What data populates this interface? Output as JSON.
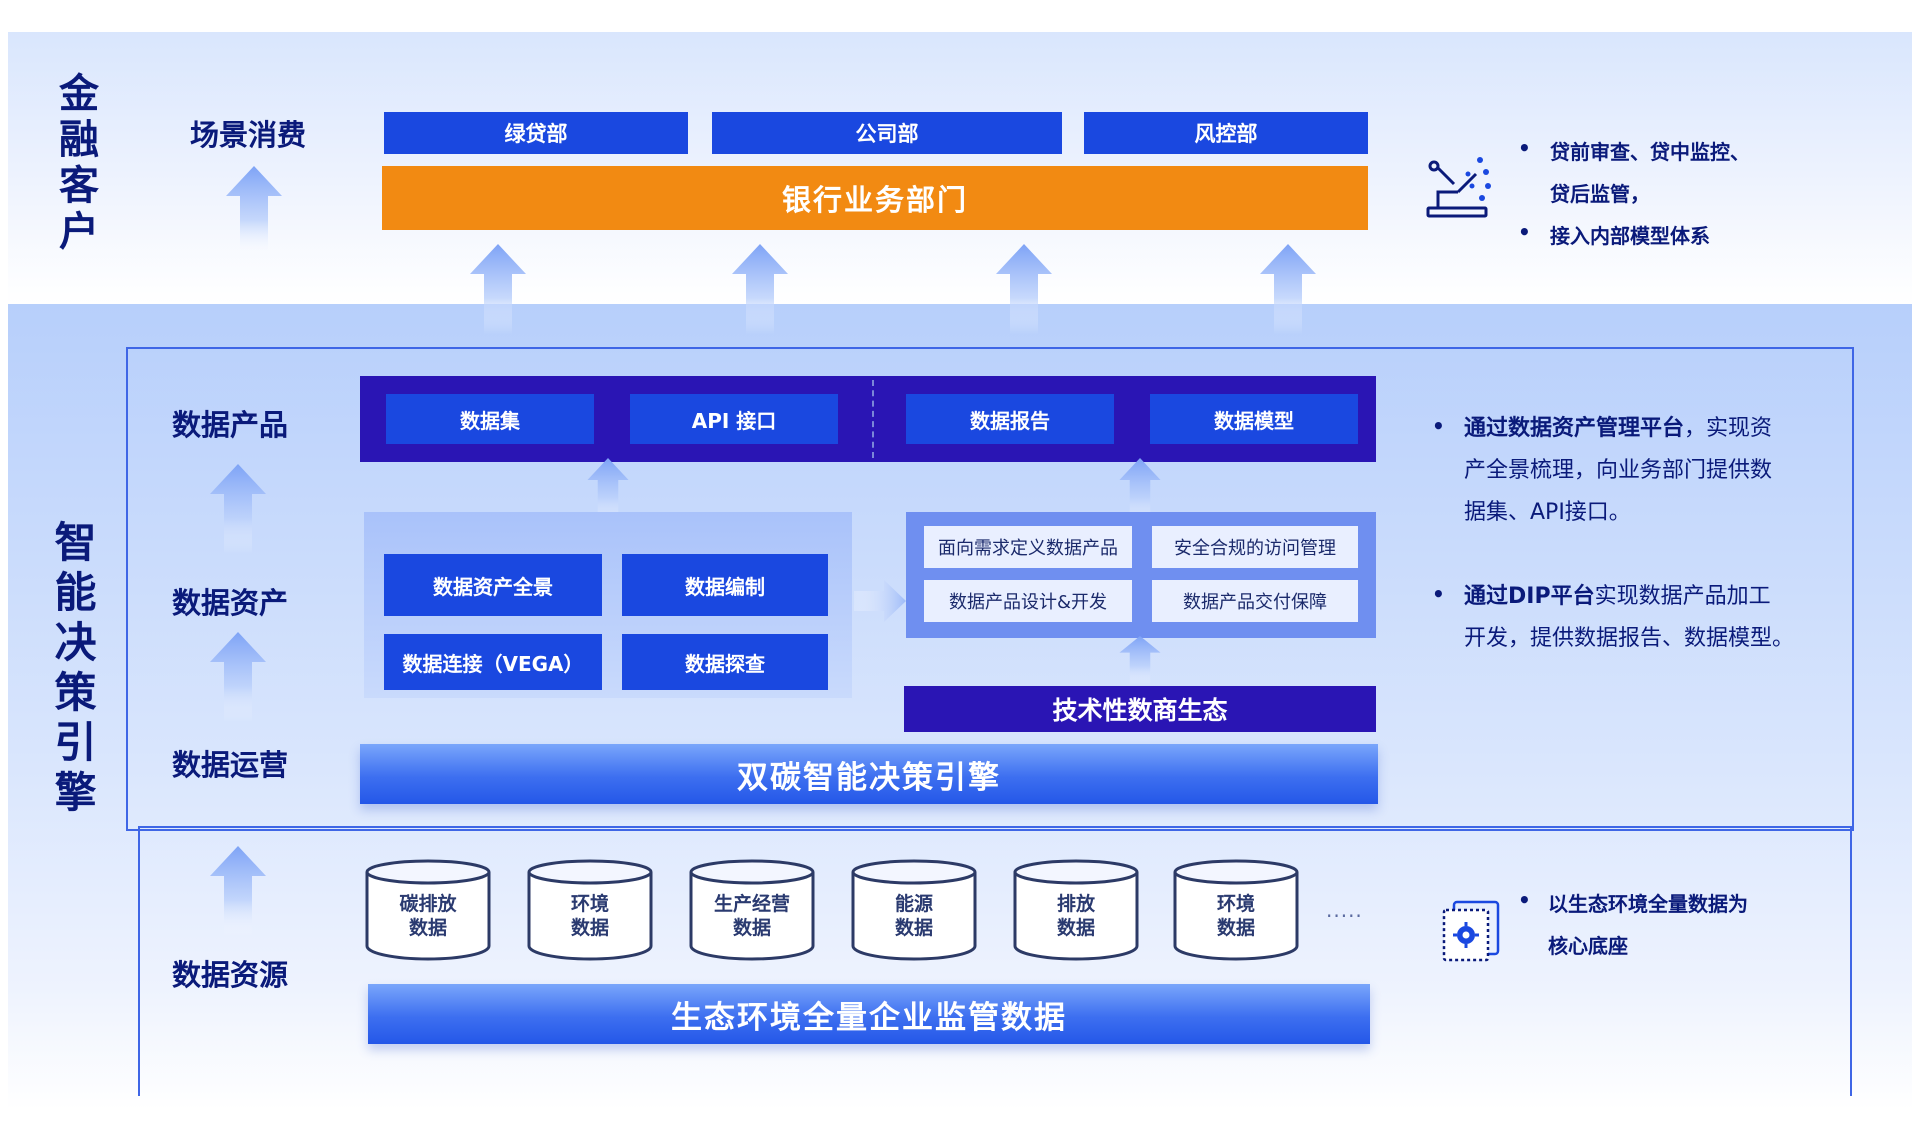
{
  "side_titles": {
    "finance_customer": "金融客户",
    "decision_engine": "智能决策引擎"
  },
  "layers": {
    "scene": "场景消费",
    "product": "数据产品",
    "asset": "数据资产",
    "operation": "数据运营",
    "source": "数据资源"
  },
  "top": {
    "departments": [
      "绿贷部",
      "公司部",
      "风控部"
    ],
    "bank_bar": "银行业务部门",
    "notes": [
      "贷前审查、贷中监控、",
      "贷后监管，",
      "接入内部模型体系"
    ]
  },
  "products": [
    "数据集",
    "API 接口",
    "数据报告",
    "数据模型"
  ],
  "assets_left": [
    "数据资产全景",
    "数据编制",
    "数据连接（VEGA）",
    "数据探查"
  ],
  "assets_right": [
    "面向需求定义数据产品",
    "安全合规的访问管理",
    "数据产品设计&开发",
    "数据产品交付保障"
  ],
  "ecosystem": "技术性数商生态",
  "engine_bar": "双碳智能决策引擎",
  "sources": [
    {
      "line1": "碳排放",
      "line2": "数据"
    },
    {
      "line1": "环境",
      "line2": "数据"
    },
    {
      "line1": "生产经营",
      "line2": "数据"
    },
    {
      "line1": "能源",
      "line2": "数据"
    },
    {
      "line1": "排放",
      "line2": "数据"
    },
    {
      "line1": "环境",
      "line2": "数据"
    }
  ],
  "sources_more": "·····",
  "source_bar": "生态环境全量企业监管数据",
  "engine_notes": {
    "n1_bold": "通过数据资产管理平台",
    "n1_rest_a": "，实现资",
    "n1_rest_b": "产全景梳理，向业务部门提供数",
    "n1_rest_c": "据集、API接口。",
    "n2_bold": "通过DIP平台",
    "n2_rest_a": "实现数据产品加工",
    "n2_rest_b": "开发，提供数据报告、数据模型。"
  },
  "source_notes": [
    "以生态环境全量数据为",
    "核心底座"
  ],
  "colors": {
    "accent_blue": "#1a48e0",
    "dark_indigo": "#2a15b4",
    "orange": "#f28a12",
    "text_navy": "#0a1a7a"
  }
}
